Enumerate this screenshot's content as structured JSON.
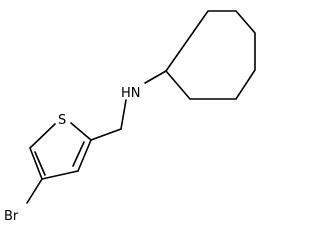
{
  "molecule": {
    "atoms": {
      "nitrogen": "HN",
      "sulfur": "S",
      "bromine": "Br"
    }
  }
}
